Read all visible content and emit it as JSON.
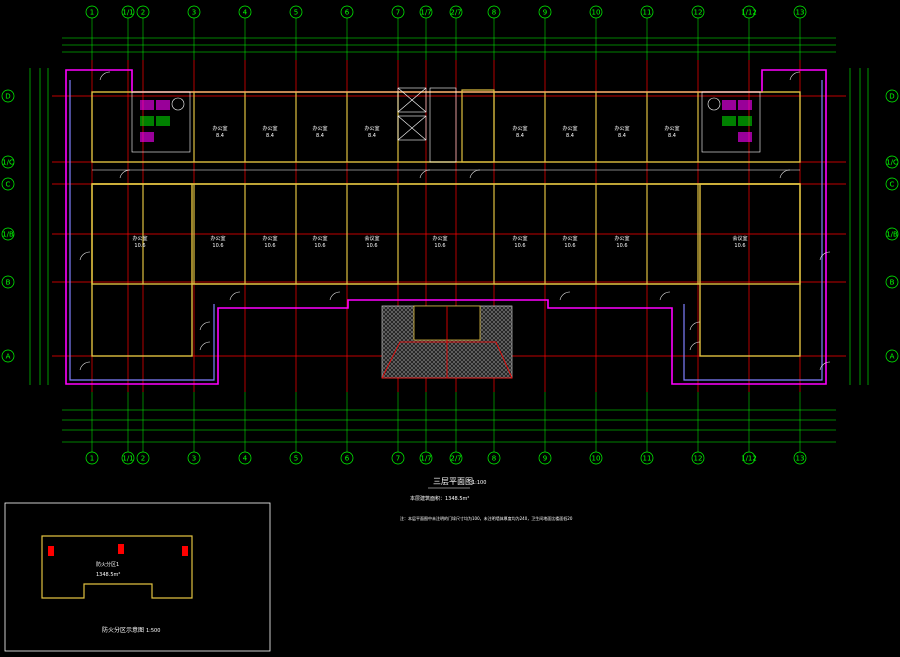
{
  "drawing": {
    "title": "三层平面图",
    "title_scale": "1:100",
    "area_note": "本层建筑面积：1348.5m²",
    "general_note": "注：本层平面图中未注明的门垛尺寸均为100，未注明墙体厚度均为240，卫生间地面比楼面低20",
    "keyplan_title": "防火分区示意图",
    "keyplan_scale": "1:500",
    "keyplan_zone_label": "防火分区1",
    "keyplan_zone_area": "1348.5m²"
  },
  "axes": {
    "columns": [
      "1",
      "1/1",
      "2",
      "3",
      "4",
      "5",
      "6",
      "7",
      "1/7",
      "2/7",
      "8",
      "9",
      "10",
      "11",
      "12",
      "1/12",
      "13"
    ],
    "rows": [
      "D",
      "1/C",
      "C",
      "1/B",
      "B",
      "A"
    ]
  },
  "rooms": {
    "north": [
      "办公室",
      "办公室",
      "办公室",
      "办公室",
      "办公室",
      "办公室",
      "办公室",
      "办公室"
    ],
    "south": [
      "办公室",
      "办公室",
      "办公室",
      "办公室",
      "会议室",
      "办公室",
      "办公室",
      "办公室",
      "办公室",
      "会议室"
    ],
    "north_area": "8.4",
    "south_area": "10.6"
  },
  "colors": {
    "grid": "#00ff00",
    "axis": "#ff0000",
    "wall": "#ffff00",
    "outline": "#ff00ff",
    "ext_wall": "#8080ff",
    "text": "#ffffff",
    "door": "#ffffff"
  }
}
